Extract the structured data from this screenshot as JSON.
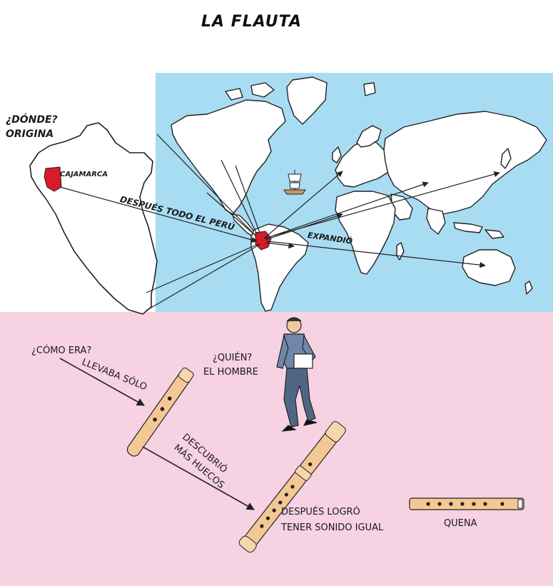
{
  "title": "LA FLAUTA",
  "colors": {
    "ocean": "#a8dcf3",
    "bottom_panel": "#f6d2e3",
    "land": "#ffffff",
    "outline": "#222222",
    "peru_region": "#d81b2a",
    "flute_wood": "#f4c894"
  },
  "labels": {
    "donde": "¿DÓNDE?",
    "origina": "ORIGINA",
    "cajamarca": "CAJAMARCA",
    "despues_todo_peru": "DESPUÉS TODO EL PERÚ",
    "expandio": "EXPANDIÓ",
    "como_era": "¿CÓMO ERA?",
    "llevaba_solo": "LLEVABA SÓLO",
    "quien": "¿QUIÉN?",
    "el_hombre": "EL HOMBRE",
    "descubrio": "DESCUBRIÓ",
    "mas_huecos": "MÁS HUECOS",
    "despues_logro": "DESPUÉS LOGRÓ",
    "tener_sonido": "TENER SONIDO IGUAL",
    "quena": "QUENA"
  },
  "icons": [
    "ship-icon",
    "man-figure",
    "flute-icon",
    "quena-icon"
  ]
}
